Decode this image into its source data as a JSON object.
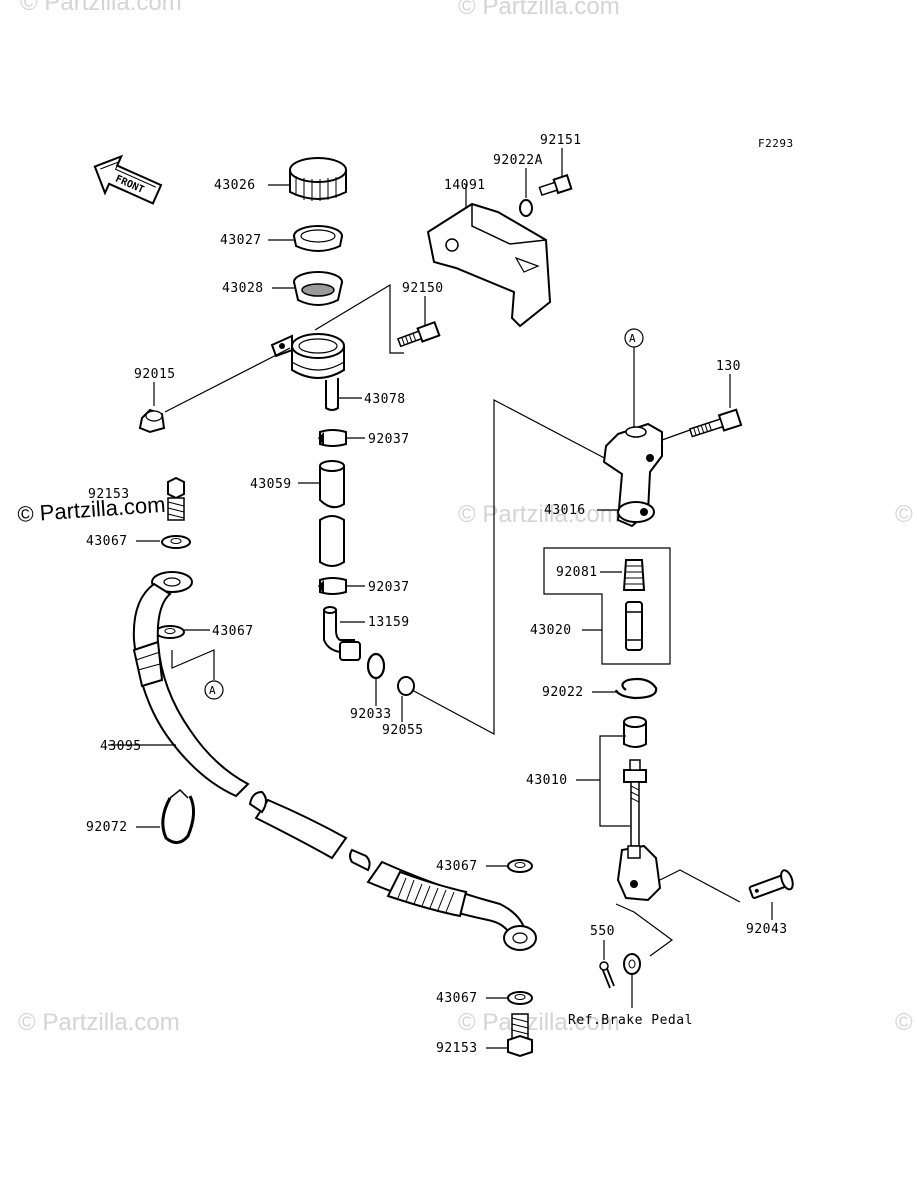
{
  "diagram_code": "F2293",
  "watermark_text": "© Partzilla.com",
  "front_label": "FRONT",
  "callout_letter": "A",
  "reference_note": "Ref.Brake Pedal",
  "labels": {
    "p43026": "43026",
    "p43027": "43027",
    "p43028": "43028",
    "p92015": "92015",
    "p92151": "92151",
    "p92022A": "92022A",
    "p14091": "14091",
    "p92150": "92150",
    "p43078": "43078",
    "p92037a": "92037",
    "p43059": "43059",
    "p92153a": "92153",
    "p43067a": "43067",
    "p43067b": "43067",
    "p92037b": "92037",
    "p13159": "13159",
    "p92033": "92033",
    "p92055": "92055",
    "p43095": "43095",
    "p92072": "92072",
    "p130": "130",
    "p43016": "43016",
    "p92081": "92081",
    "p43020": "43020",
    "p92022": "92022",
    "p43010": "43010",
    "p43067c": "43067",
    "p43067d": "43067",
    "p92153b": "92153",
    "p550": "550",
    "p92043": "92043"
  },
  "colors": {
    "line": "#000000",
    "watermark": "#d4d4d4",
    "shading": "#9a9a9a"
  }
}
